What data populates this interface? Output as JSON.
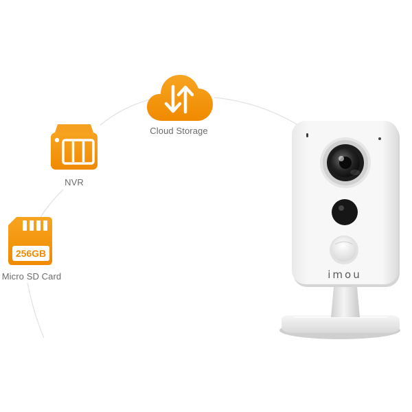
{
  "storage_options": {
    "cloud": {
      "label": "Cloud Storage",
      "icon": "cloud-upload-download-icon"
    },
    "nvr": {
      "label": "NVR",
      "icon": "nvr-recorder-icon"
    },
    "sd_card": {
      "label": "Micro SD Card",
      "capacity": "256GB",
      "icon": "sd-card-icon"
    }
  },
  "camera": {
    "brand": "imou",
    "icon": "security-camera-icon"
  },
  "colors": {
    "accent": "#f39200",
    "accent_light": "#f7a421",
    "arc": "#e3e3e3",
    "label": "#6b6b6b"
  }
}
